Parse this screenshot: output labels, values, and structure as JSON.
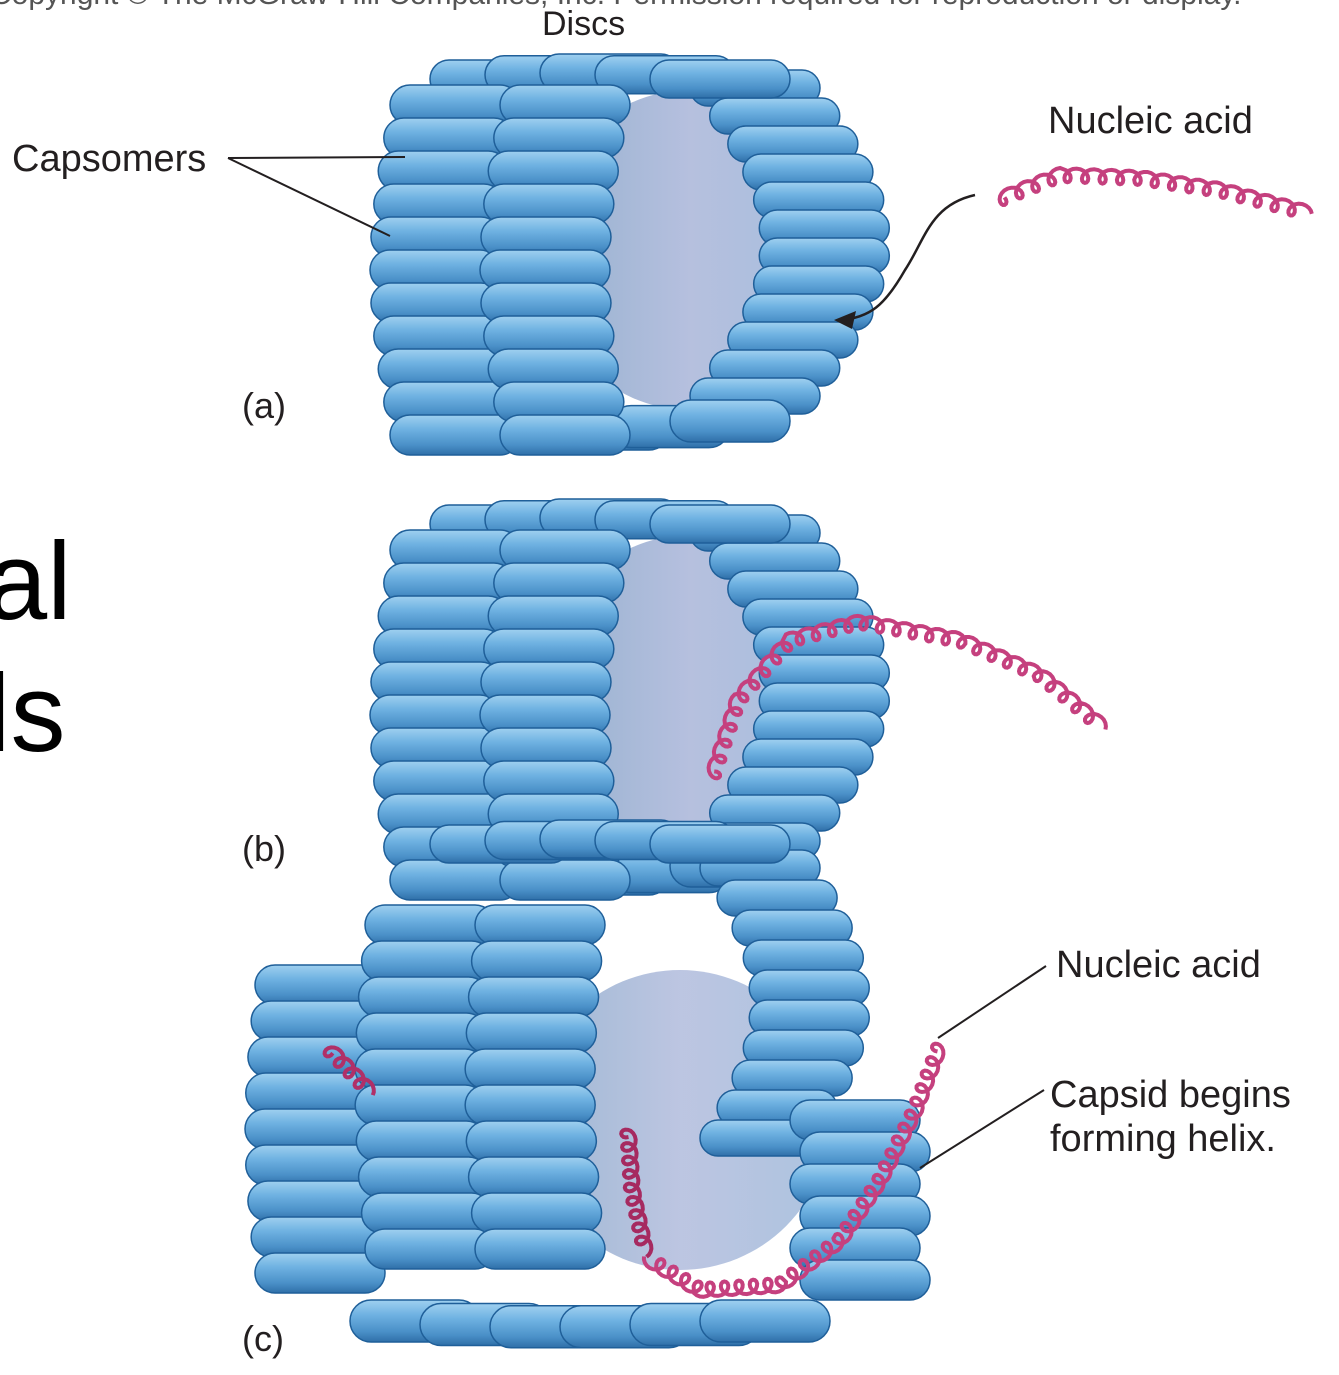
{
  "copyright": "Copyright © The McGraw-Hill Companies, Inc. Permission required for reproduction or display.",
  "figure_title": "Discs",
  "labels": {
    "capsomers": "Capsomers",
    "nucleic_acid_a": "Nucleic acid",
    "nucleic_acid_c": "Nucleic acid",
    "capsid_line1": "Capsid begins",
    "capsid_line2": "forming helix."
  },
  "panels": {
    "a": "(a)",
    "b": "(b)",
    "c": "(c)"
  },
  "slide_text": {
    "line1": "al",
    "line2": "ls"
  },
  "colors": {
    "capsomer": "#4a90c8",
    "capsomer_light": "#9fd0f0",
    "capsomer_dark": "#2f6fa8",
    "nucleic_acid": "#c5407e",
    "text": "#231f20"
  }
}
